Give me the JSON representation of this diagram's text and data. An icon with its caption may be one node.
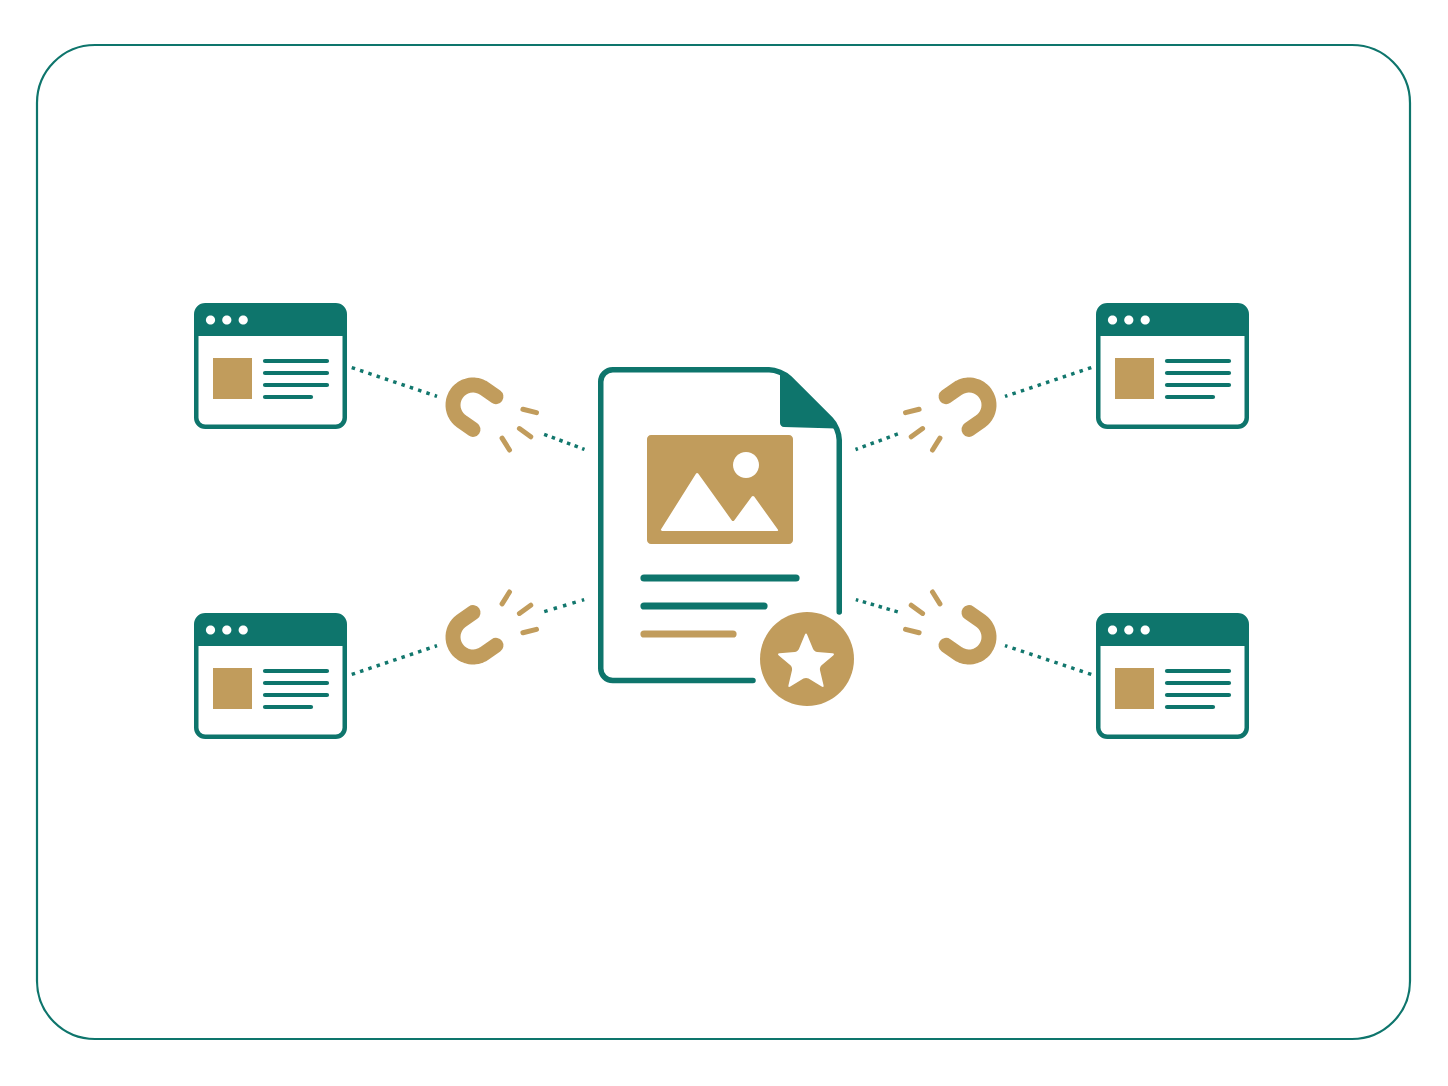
{
  "diagram": {
    "nodes": [
      {
        "text": [],
        "shape": "picture"
      },
      {
        "text": [],
        "shape": "picture"
      },
      {
        "text": [],
        "shape": "picture"
      },
      {
        "text": [],
        "shape": "picture"
      },
      {
        "text": [],
        "shape": "picture"
      },
      {
        "text": [],
        "shape": "picture"
      },
      {
        "text": [],
        "shape": "picture"
      },
      {
        "text": [],
        "shape": "picture"
      },
      {
        "text": [],
        "shape": "picture"
      }
    ],
    "edges": [
      {
        "from": 0,
        "to": 3,
        "arrow": "none",
        "style": "dashed"
      },
      {
        "from": 3,
        "to": 2,
        "arrow": "none",
        "style": "dashed"
      },
      {
        "from": 1,
        "to": 4,
        "arrow": "none",
        "style": "dashed"
      },
      {
        "from": 4,
        "to": 2,
        "arrow": "none",
        "style": "dashed"
      },
      {
        "from": 7,
        "to": 5,
        "arrow": "none",
        "style": "dashed"
      },
      {
        "from": 5,
        "to": 2,
        "arrow": "none",
        "style": "dashed"
      },
      {
        "from": 8,
        "to": 6,
        "arrow": "none",
        "style": "dashed"
      },
      {
        "from": 6,
        "to": 2,
        "arrow": "none",
        "style": "dashed"
      }
    ]
  }
}
